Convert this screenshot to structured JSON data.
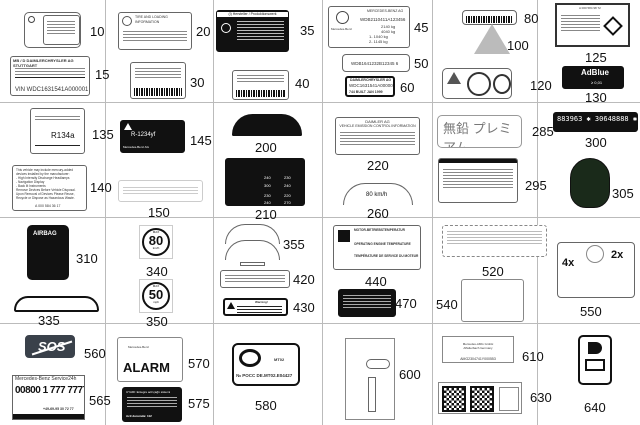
{
  "diagram": {
    "type": "parts-label-catalog",
    "labels": [
      {
        "id": "10",
        "desc": "Vehicle document label with Mercedes star"
      },
      {
        "id": "15",
        "desc": "Daimlerchrysler AG Stuttgart identification plate",
        "text": "MB / D DAIMLERCHRYSLER AG STUTTGART",
        "vin": "VIN WDC1631541A000001"
      },
      {
        "id": "20",
        "desc": "Tire and loading information label",
        "text": "TIRE AND LOADING INFORMATION"
      },
      {
        "id": "30",
        "desc": "Barcode identification label"
      },
      {
        "id": "35",
        "desc": "Chinese manufacturer plate",
        "text": "(I) Hersteller / Produktionswerk"
      },
      {
        "id": "40",
        "desc": "Japanese identification label",
        "text": "MERCEDES-BENZ AG"
      },
      {
        "id": "45",
        "desc": "Type plate",
        "text": "MERCEDES-BENZ AG",
        "code": "e1*2001/116*0163",
        "vin": "WDB2110411A123456",
        "weights": [
          "2140 kg",
          "4040 kg",
          "1- 1040 kg",
          "2- 1145 kg"
        ],
        "brand": "Mercedes-Benz"
      },
      {
        "id": "50",
        "desc": "VIN sticker",
        "text": "WDB1641232B12345 6"
      },
      {
        "id": "60",
        "desc": "Daimlerchrysler AG plate",
        "text": "DAIMLERCHRYSLER AG",
        "vin": "WDC1631541A000001",
        "footer": "744  BUILT JAN 1999"
      },
      {
        "id": "80",
        "desc": "Barcode strip label"
      },
      {
        "id": "100",
        "desc": "Warning triangle airbag label"
      },
      {
        "id": "120",
        "desc": "Child seat warning label"
      },
      {
        "id": "125",
        "desc": "Hazard warning label",
        "text": "A 000 584 98 72"
      },
      {
        "id": "130",
        "desc": "AdBlue label",
        "text": "AdBlue",
        "note": "≥ 0,01"
      },
      {
        "id": "135",
        "desc": "Refrigerant label",
        "text": "R134a"
      },
      {
        "id": "140",
        "desc": "Mercury warning label",
        "lines": [
          "This vehicle may include mercury-added",
          "devices installed by the manufacturer:",
          "- High Intensity Discharge Headlamps",
          "- Navigation Display",
          "- Back lit Instruments",
          "Remove Devices Before Vehicle Disposal.",
          "Upon Removal of Devices Please Reuse,",
          "Recycle or Dispose as Hazardous Waste."
        ],
        "part": "A 000 584 36 17"
      },
      {
        "id": "145",
        "desc": "Refrigerant R-1234yf label",
        "text": "R-1234yf",
        "sub": "Mercedes-Benz AG"
      },
      {
        "id": "150",
        "desc": "Arabic script label"
      },
      {
        "id": "200",
        "desc": "Dashboard tire pressure label"
      },
      {
        "id": "210",
        "desc": "Tire pressure table",
        "values": [
          "240",
          "230",
          "300",
          "240",
          "230",
          "220",
          "240",
          "270"
        ]
      },
      {
        "id": "220",
        "desc": "Vehicle emission control information",
        "text": "DAIMLER AG",
        "sub": "VEHICLE EMISSION CONTROL INFORMATION"
      },
      {
        "id": "260",
        "desc": "Speed limit arc label",
        "text": "80 km/h"
      },
      {
        "id": "285",
        "desc": "Japanese premium fuel label",
        "text": "無鉛 プレミアム"
      },
      {
        "id": "295",
        "desc": "Warning notice label"
      },
      {
        "id": "300",
        "desc": "Numeric code label",
        "text": "883963 ✱ 30648888 ✱"
      },
      {
        "id": "305",
        "desc": "Airbag warning label (dark)"
      },
      {
        "id": "310",
        "desc": "Airbag label",
        "text": "AIRBAG"
      },
      {
        "id": "335",
        "desc": "Sun visor pictogram arc"
      },
      {
        "id": "340",
        "desc": "Max speed 80 km/h",
        "max": "MAX",
        "value": "80",
        "unit": "km/h"
      },
      {
        "id": "350",
        "desc": "Max speed 50 mph",
        "max": "MAX",
        "value": "50",
        "unit": "mph"
      },
      {
        "id": "355",
        "desc": "Arc labels"
      },
      {
        "id": "420",
        "desc": "Text warning label"
      },
      {
        "id": "430",
        "desc": "Warning label with triangle",
        "text": "Warning!"
      },
      {
        "id": "440",
        "desc": "Operating engine temperature label",
        "lines": [
          "MOTOR-BETRIEBSTEMPERATUR",
          "OPERATING ENGINE TEMPERATURE",
          "TEMPÉRATURE DE SERVICE DU MOTEUR"
        ]
      },
      {
        "id": "470",
        "desc": "Dark information plate"
      },
      {
        "id": "520",
        "desc": "Multilingual dashed label"
      },
      {
        "id": "540",
        "desc": "Hand pictogram label"
      },
      {
        "id": "550",
        "desc": "Transport tie-down label",
        "left": "4x",
        "right": "2x"
      },
      {
        "id": "560",
        "desc": "SOS crossed out label",
        "text": "SOS"
      },
      {
        "id": "565",
        "desc": "Mercedes-Benz Service24h label",
        "title": "Mercedes-Benz Service24h",
        "phone": "00800 1 777 7777",
        "alt": "+49-69-95 30 72 77"
      },
      {
        "id": "570",
        "desc": "Alarm label",
        "brand": "Mercedes-Benz",
        "text": "ALARM"
      },
      {
        "id": "575",
        "desc": "Turkish warning label",
        "text": "UYARI: Entegre acil çağrı sistemi",
        "footer": "Acil durumda: 112"
      },
      {
        "id": "580",
        "desc": "GOST certification",
        "text": "MT02",
        "cert": "№ РОСС DE.МТ02.Е04427"
      },
      {
        "id": "600",
        "desc": "Fuse layout diagram"
      },
      {
        "id": "610",
        "desc": "Mercedes-AMG label",
        "lines": [
          "Mercedes-AMG GmbH",
          "Affalterbach Germany"
        ],
        "code": "AMG2304741Y000553"
      },
      {
        "id": "630",
        "desc": "QR code labels"
      },
      {
        "id": "640",
        "desc": "Headlamp pictogram label"
      }
    ]
  }
}
